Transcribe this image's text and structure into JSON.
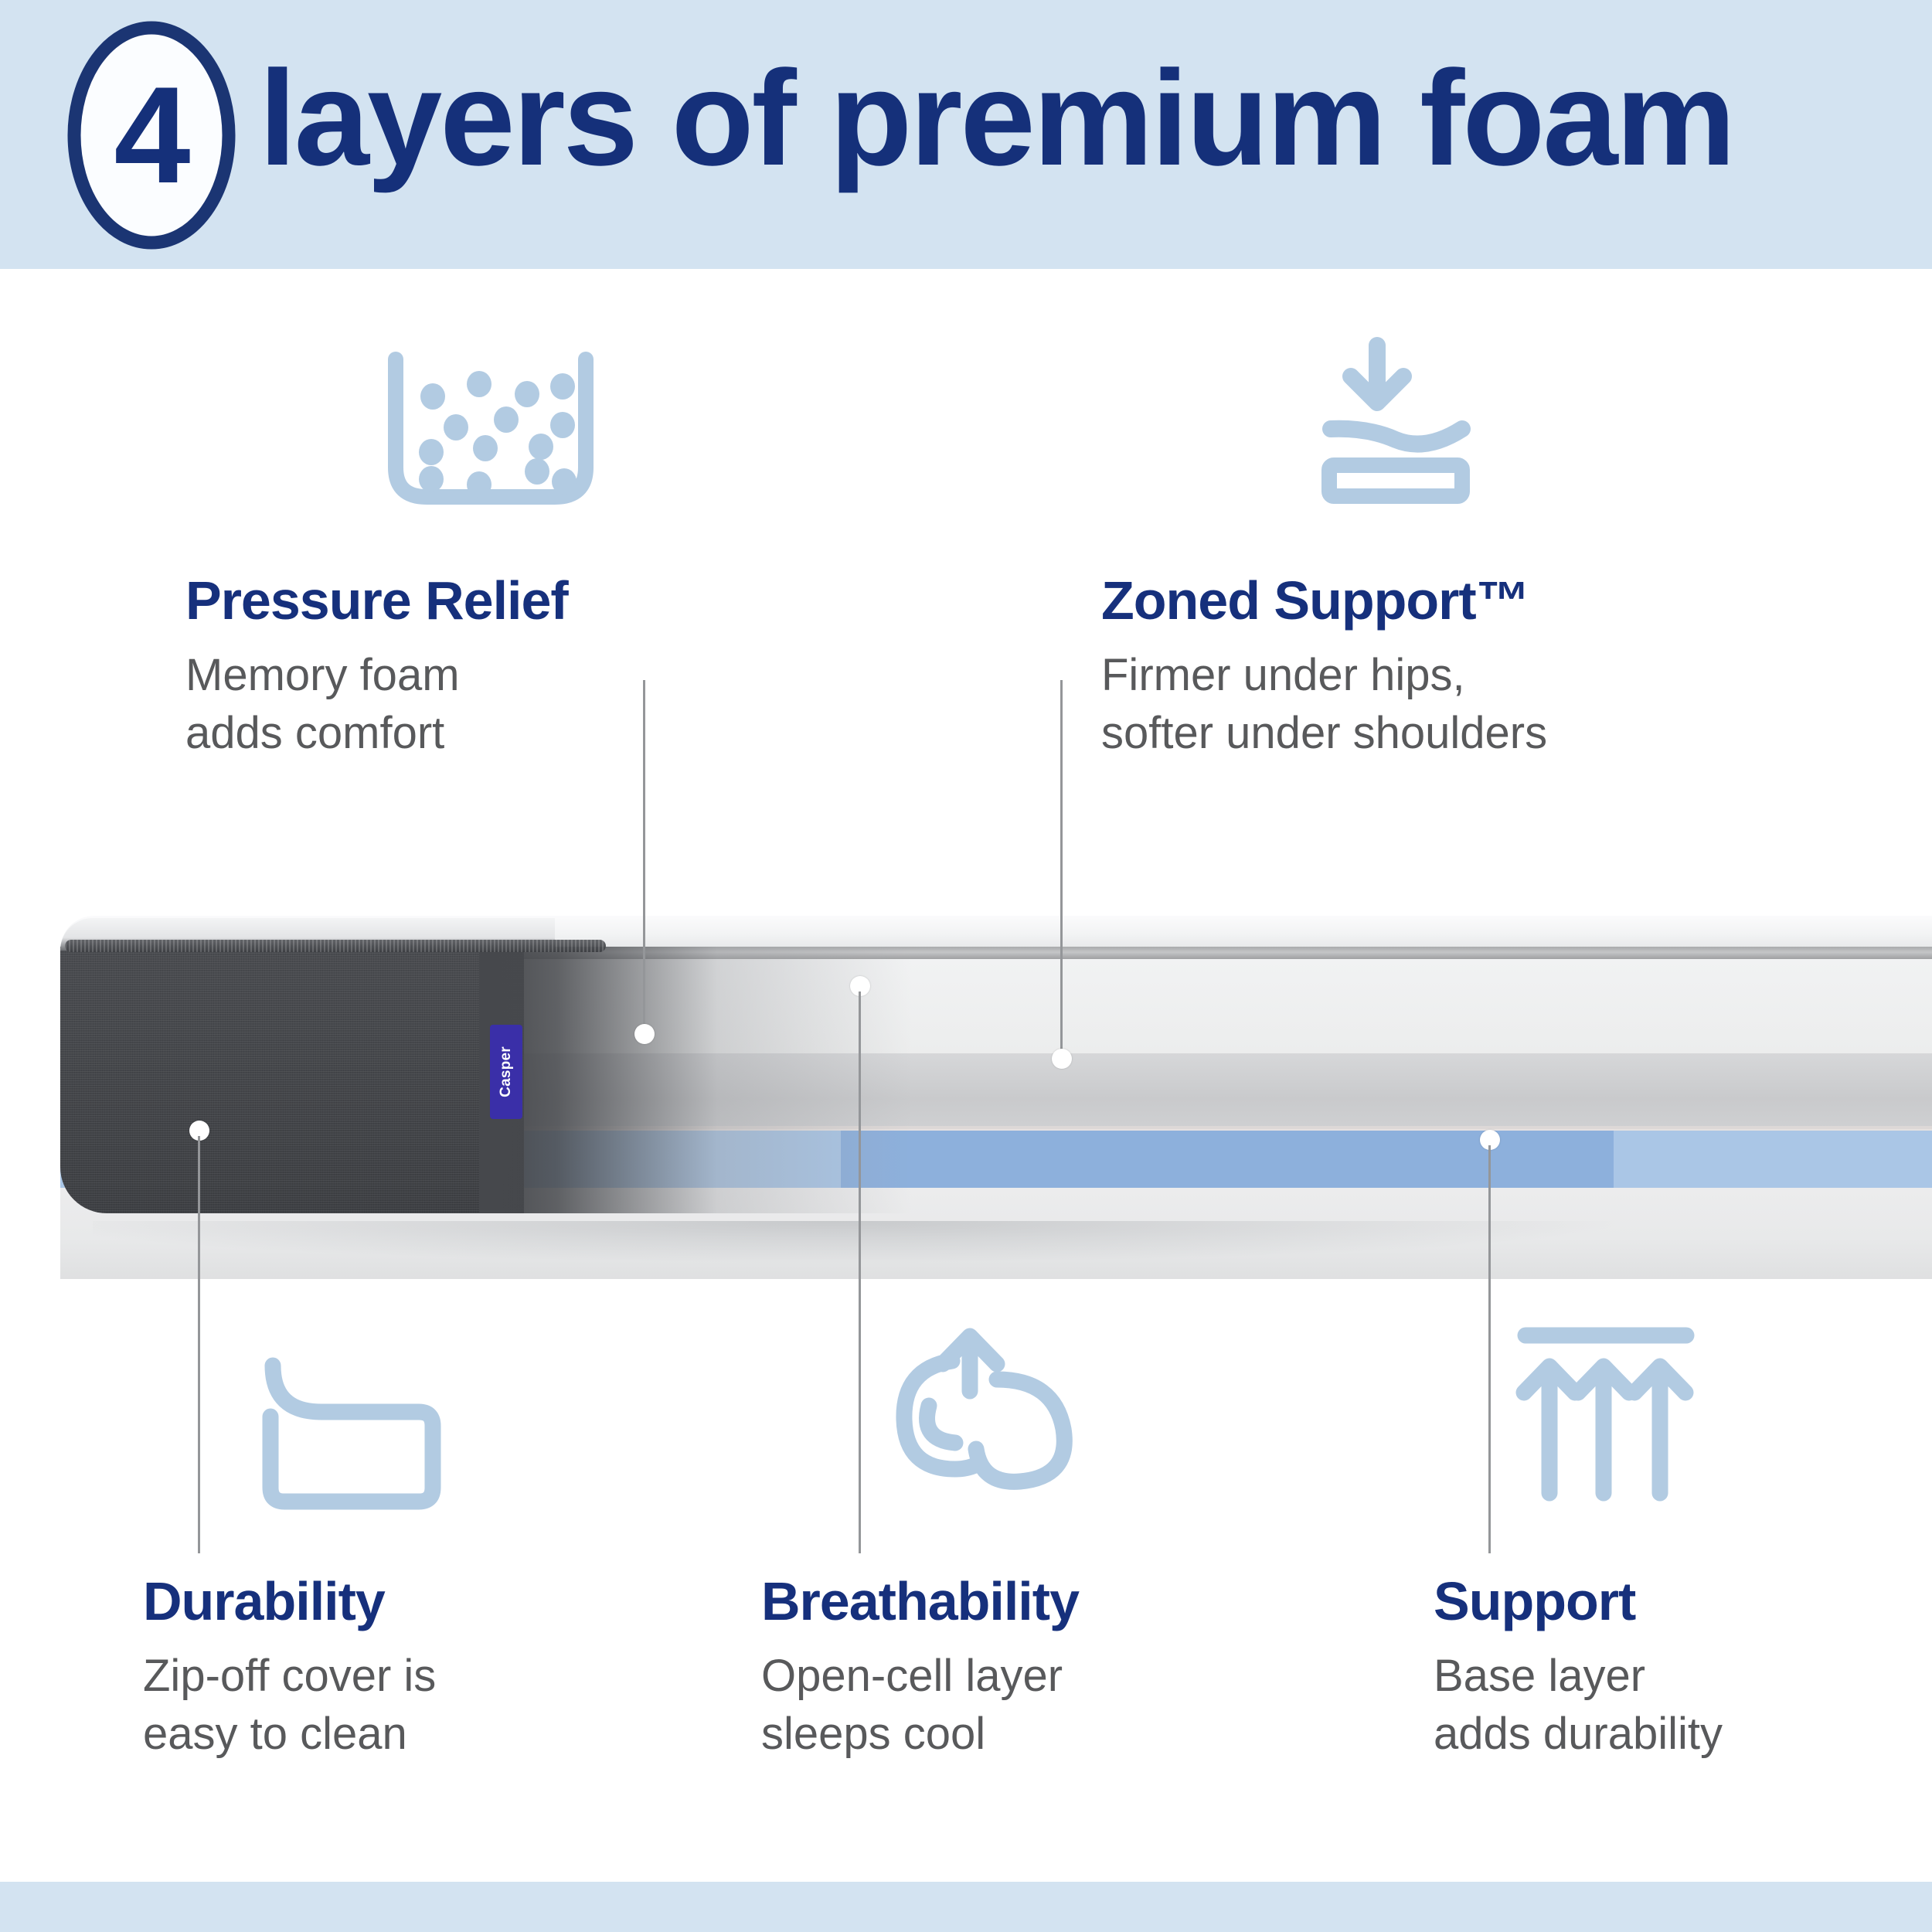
{
  "header": {
    "badge_number": "4",
    "title": "layers of premium foam",
    "band_color": "#d3e3f1",
    "navy": "#16307c"
  },
  "features_top": [
    {
      "id": "pressure-relief",
      "title": "Pressure Relief",
      "desc": "Memory foam\nadds comfort",
      "icon": "foam-cells-icon"
    },
    {
      "id": "zoned-support",
      "title": "Zoned Support™",
      "desc": "Firmer under hips,\nsofter under shoulders",
      "icon": "compression-arrow-icon"
    }
  ],
  "features_bottom": [
    {
      "id": "durability",
      "title": "Durability",
      "desc": "Zip-off cover is\neasy to clean",
      "icon": "peel-cover-icon"
    },
    {
      "id": "breathability",
      "title": "Breathability",
      "desc": "Open-cell layer\nsleeps cool",
      "icon": "air-bubbles-up-arrow-icon"
    },
    {
      "id": "support",
      "title": "Support",
      "desc": "Base layer\nadds durability",
      "icon": "three-up-arrows-icon"
    }
  ],
  "product": {
    "brand_tag": "Casper",
    "cover_color": "#46484c",
    "tag_color": "#3a2fa8",
    "layers": [
      {
        "name": "cover-top",
        "color": "#f2f3f4"
      },
      {
        "name": "pressure-relief",
        "color": "#eceded"
      },
      {
        "name": "transition-foam",
        "color": "#cdced0"
      },
      {
        "name": "zoned-support",
        "color": "#aac6e6",
        "firm_zone_color": "#8db0dc"
      },
      {
        "name": "base-support",
        "color": "#e8e9ea"
      }
    ]
  },
  "colors": {
    "icon_blue": "#b2cbe2",
    "leader_line": "#949699",
    "body_text": "#58595b",
    "footer_band": "#d3e3f1"
  }
}
